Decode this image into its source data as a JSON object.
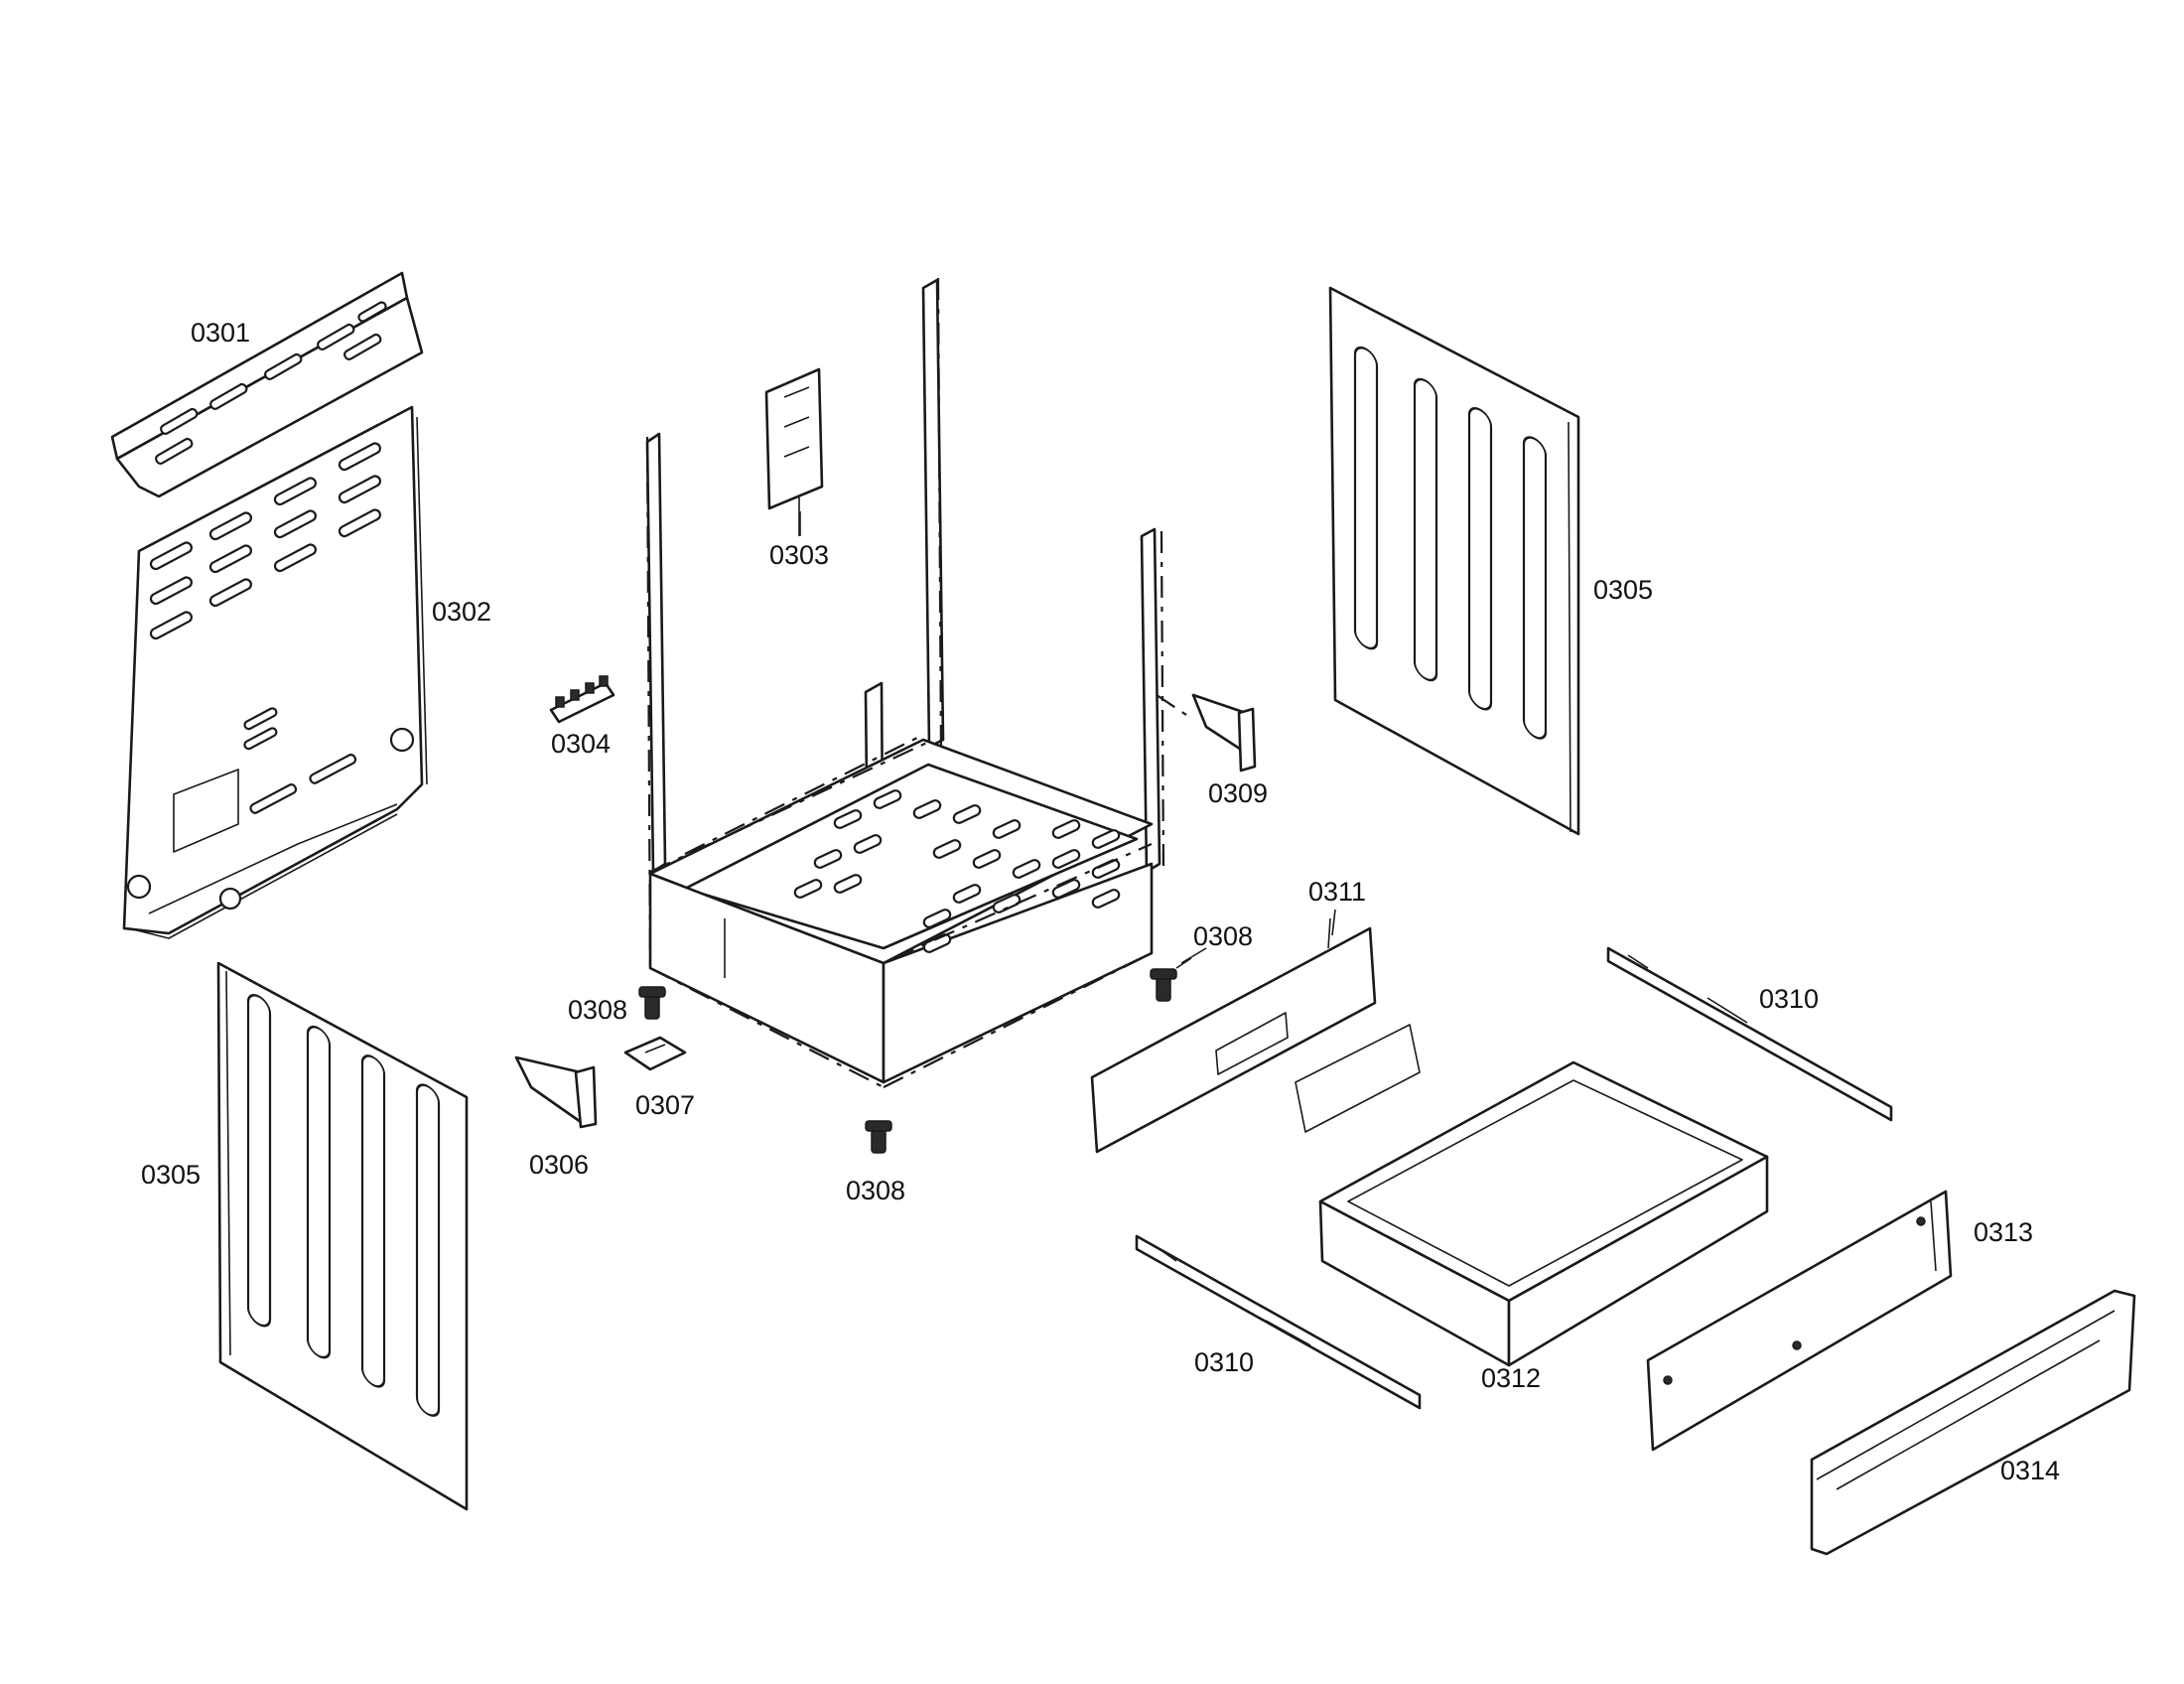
{
  "labels": {
    "p0301": "0301",
    "p0302": "0302",
    "p0303": "0303",
    "p0304": "0304",
    "p0305_top": "0305",
    "p0305_bottom": "0305",
    "p0306": "0306",
    "p0307": "0307",
    "p0308_left": "0308",
    "p0308_right": "0308",
    "p0308_bottom": "0308",
    "p0309": "0309",
    "p0310_right": "0310",
    "p0310_left": "0310",
    "p0311": "0311",
    "p0312": "0312",
    "p0313": "0313",
    "p0314": "0314"
  }
}
